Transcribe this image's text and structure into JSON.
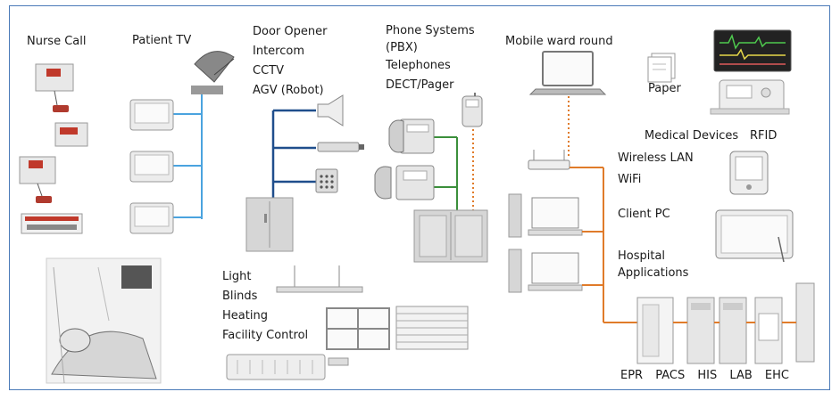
{
  "labels": {
    "nurse_call": "Nurse Call",
    "patient_tv": "Patient TV",
    "door_block": [
      "Door Opener",
      "Intercom",
      "CCTV",
      "AGV (Robot)"
    ],
    "phone_block": [
      "Phone Systems",
      "(PBX)",
      "Telephones",
      "DECT/Pager"
    ],
    "mobile_ward_round": "Mobile ward round",
    "paper": "Paper",
    "medical_devices": "Medical Devices",
    "rfid": "RFID",
    "wireless_lan": "Wireless LAN",
    "wifi": "WiFi",
    "client_pc": "Client PC",
    "hospital_applications": [
      "Hospital",
      "Applications"
    ],
    "facility_block": [
      "Light",
      "Blinds",
      "Heating",
      "Facility Control"
    ],
    "systems": [
      "EPR",
      "PACS",
      "HIS",
      "LAB",
      "EHC"
    ]
  },
  "colors": {
    "frame": "#4a7ab8",
    "tv_link": "#4aa3df",
    "door_link": "#1f4e8c",
    "phone_link": "#3b8f3b",
    "dect_link": "#e07b2a",
    "network_link": "#e07b2a",
    "device_gray": "#cfcfcf",
    "alarm_red": "#c0392b"
  },
  "icons": [
    "nurse-call-panel-icon",
    "satellite-dish-icon",
    "tv-icon",
    "speaker-icon",
    "camera-icon",
    "keypad-icon",
    "cabinet-icon",
    "desk-phone-icon",
    "dect-phone-icon",
    "pbx-rack-icon",
    "laptop-icon",
    "paper-icon",
    "monitor-icon",
    "medical-device-icon",
    "rfid-reader-icon",
    "router-icon",
    "desktop-pc-icon",
    "tablet-icon",
    "server-rack-icon",
    "light-fixture-icon",
    "window-icon",
    "blinds-icon",
    "radiator-icon",
    "patient-sketch-icon"
  ]
}
